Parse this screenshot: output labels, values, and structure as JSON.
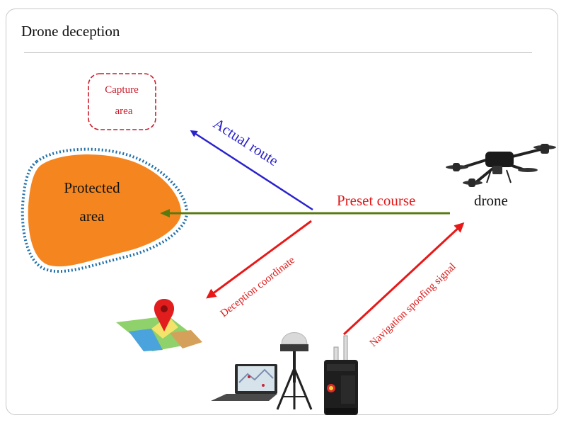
{
  "header": {
    "title": "Drone deception"
  },
  "diagram": {
    "protected_area_line1": "Protected",
    "protected_area_line2": "area",
    "capture_area_line1": "Capture",
    "capture_area_line2": "area",
    "actual_route": "Actual route",
    "preset_course": "Preset course",
    "drone": "drone",
    "deception_coordinate": "Deception coordinate",
    "navigation_spoofing": "Navigation spoofing signal"
  },
  "colors": {
    "protected_fill": "#f5861f",
    "protected_border": "#1f6fa8",
    "capture_border": "#cc1a2a",
    "actual_route": "#2a22cc",
    "preset_course": "#5a7a10",
    "deception": "#e81818",
    "label_red": "#e01818"
  }
}
